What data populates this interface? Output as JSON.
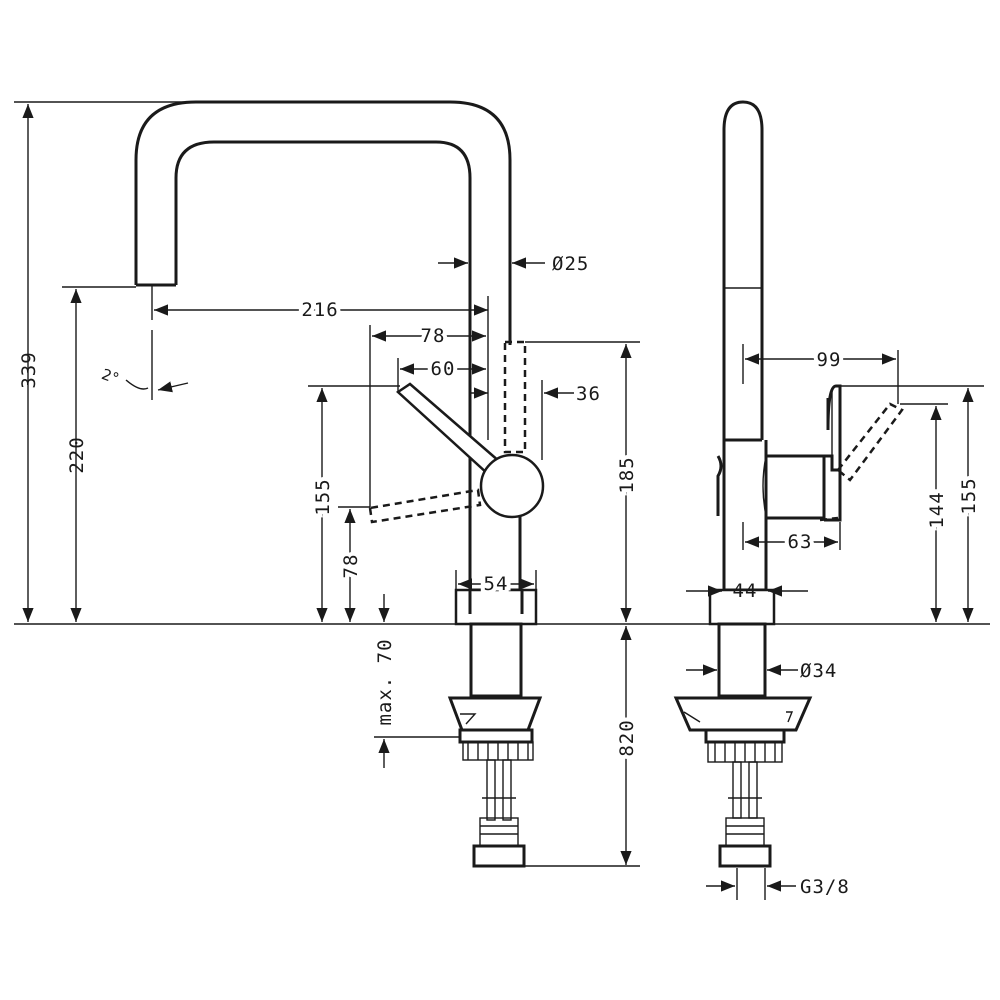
{
  "dimensions": {
    "height_total": "339",
    "spout_height": "220",
    "spout_reach": "216",
    "spout_angle": "2°",
    "pipe_diameter": "Ø25",
    "handle_reach_78": "78",
    "handle_reach_60": "60",
    "lever_offset": "36",
    "lever_height_155": "155",
    "lever_base_78": "78",
    "body_height": "185",
    "base_width": "54",
    "max_deck": "max. 70",
    "hose_length": "820",
    "side_reach": "99",
    "side_body": "63",
    "side_44": "44",
    "side_144": "144",
    "side_155": "155",
    "shank_diameter": "Ø34",
    "thread": "G3/8"
  }
}
